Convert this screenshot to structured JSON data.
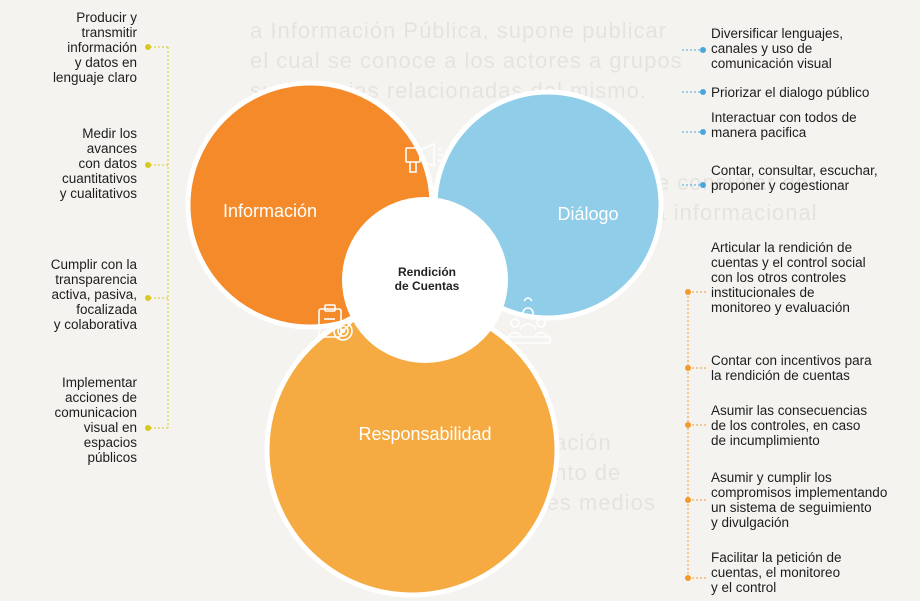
{
  "circles": {
    "informacion": {
      "label": "Información",
      "color": "#f58a2a"
    },
    "dialogo": {
      "label": "Diálogo",
      "color": "#8fcde8"
    },
    "responsabilidad": {
      "label": "Responsabilidad",
      "color": "#f5ab42"
    }
  },
  "center": {
    "line1": "Rendición",
    "line2": "de Cuentas"
  },
  "intersections": {
    "info_dialogo": {
      "color": "#7cc7b8",
      "icon": "megaphone-icon"
    },
    "info_resp": {
      "color": "#ea5a2a",
      "icon": "target-clipboard-icon"
    },
    "dialogo_resp": {
      "color": "#e84526",
      "icon": "people-group-icon"
    }
  },
  "left_items": [
    {
      "lines": [
        "Producir y",
        "transmitir",
        "información",
        "y datos en",
        "lenguaje claro"
      ]
    },
    {
      "lines": [
        "Medir los",
        "avances",
        "con datos",
        "cuantitativos",
        "y cualitativos"
      ]
    },
    {
      "lines": [
        "Cumplir con la",
        "transparencia",
        "activa, pasiva,",
        "focalizada",
        "y colaborativa"
      ]
    },
    {
      "lines": [
        "Implementar",
        "acciones de",
        "comunicacion",
        "visual en",
        "espacios",
        "públicos"
      ]
    }
  ],
  "right_items_dialogo": [
    {
      "lines": [
        "Diversificar lenguajes,",
        "canales y uso de",
        "comunicación visual"
      ]
    },
    {
      "lines": [
        "Priorizar el dialogo público"
      ]
    },
    {
      "lines": [
        "Interactuar con todos de",
        "manera pacifica"
      ]
    },
    {
      "lines": [
        "Contar, consultar, escuchar,",
        "proponer y cogestionar"
      ]
    }
  ],
  "right_items_responsabilidad": [
    {
      "lines": [
        "Articular la rendición de",
        "cuentas y el control social",
        "con los otros controles",
        "institucionales de",
        "monitoreo y evaluación"
      ]
    },
    {
      "lines": [
        "Contar con incentivos para",
        "la rendición de cuentas"
      ]
    },
    {
      "lines": [
        "Asumir las consecuencias",
        "de los controles, en caso",
        "de incumplimiento"
      ]
    },
    {
      "lines": [
        "Asumir y cumplir los",
        "compromisos implementando",
        "un sistema de seguimiento",
        "y divulgación"
      ]
    },
    {
      "lines": [
        "Facilitar la petición de",
        "cuentas, el monitoreo",
        "y el control"
      ]
    }
  ],
  "colors": {
    "left_bullet": "#d9c91f",
    "dialogo_bullet": "#4aa7de",
    "resp_bullet": "#f29a2e"
  }
}
